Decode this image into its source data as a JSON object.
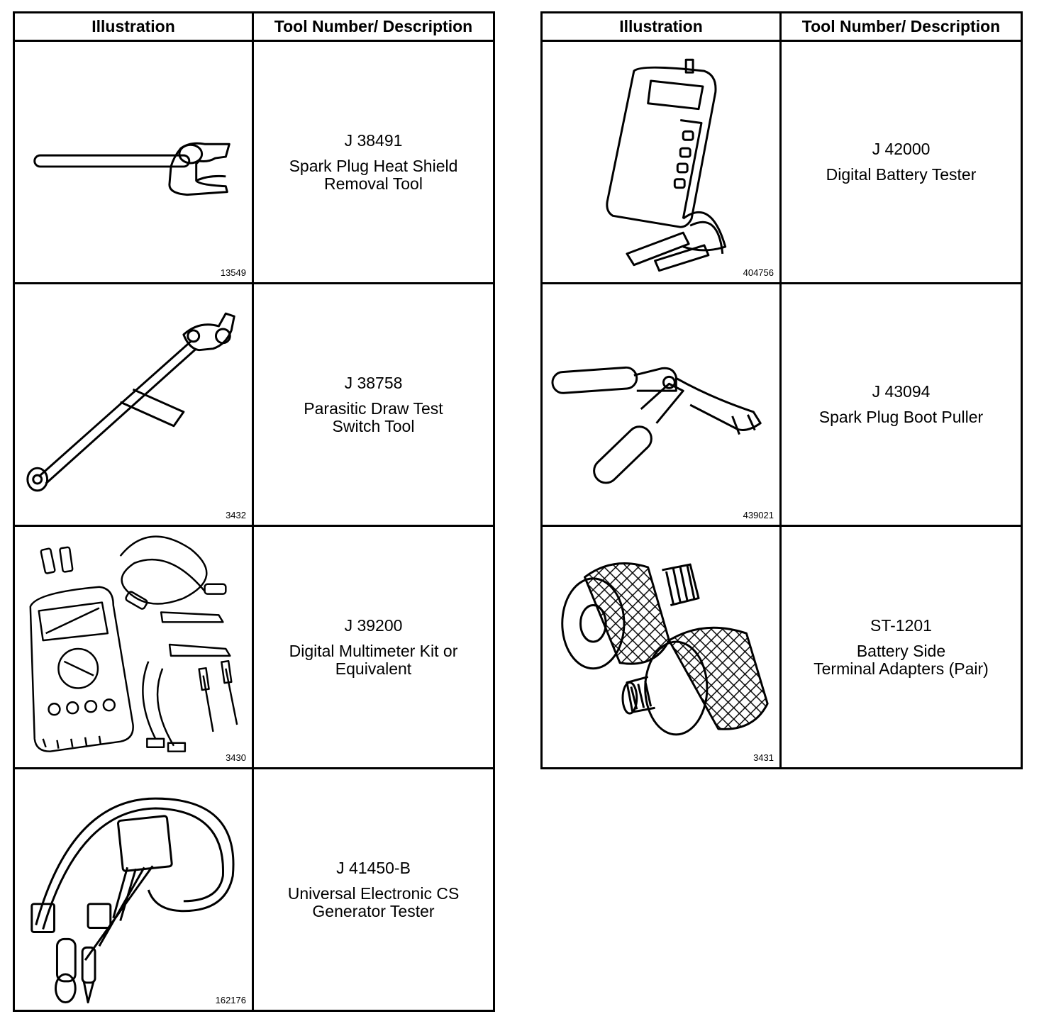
{
  "left_table": {
    "headers": [
      "Illustration",
      "Tool Number/ Description"
    ],
    "rows": [
      {
        "figure_number": "13549",
        "icon": "heat-shield-removal-tool-icon",
        "tool_number": "J 38491",
        "description": "Spark Plug Heat Shield\nRemoval Tool"
      },
      {
        "figure_number": "3432",
        "icon": "parasitic-draw-switch-icon",
        "tool_number": "J 38758",
        "description": "Parasitic Draw Test\nSwitch Tool"
      },
      {
        "figure_number": "3430",
        "icon": "multimeter-kit-icon",
        "tool_number": "J 39200",
        "description": "Digital Multimeter Kit or\nEquivalent"
      },
      {
        "figure_number": "162176",
        "icon": "cs-generator-tester-icon",
        "tool_number": "J 41450-B",
        "description": "Universal Electronic CS\nGenerator Tester"
      }
    ]
  },
  "right_table": {
    "headers": [
      "Illustration",
      "Tool Number/ Description"
    ],
    "rows": [
      {
        "figure_number": "404756",
        "icon": "battery-tester-icon",
        "tool_number": "J 42000",
        "description": "Digital Battery Tester"
      },
      {
        "figure_number": "439021",
        "icon": "boot-puller-icon",
        "tool_number": "J 43094",
        "description": "Spark Plug Boot Puller"
      },
      {
        "figure_number": "3431",
        "icon": "terminal-adapters-icon",
        "tool_number": "ST-1201",
        "description": "Battery Side\nTerminal Adapters (Pair)"
      }
    ]
  }
}
